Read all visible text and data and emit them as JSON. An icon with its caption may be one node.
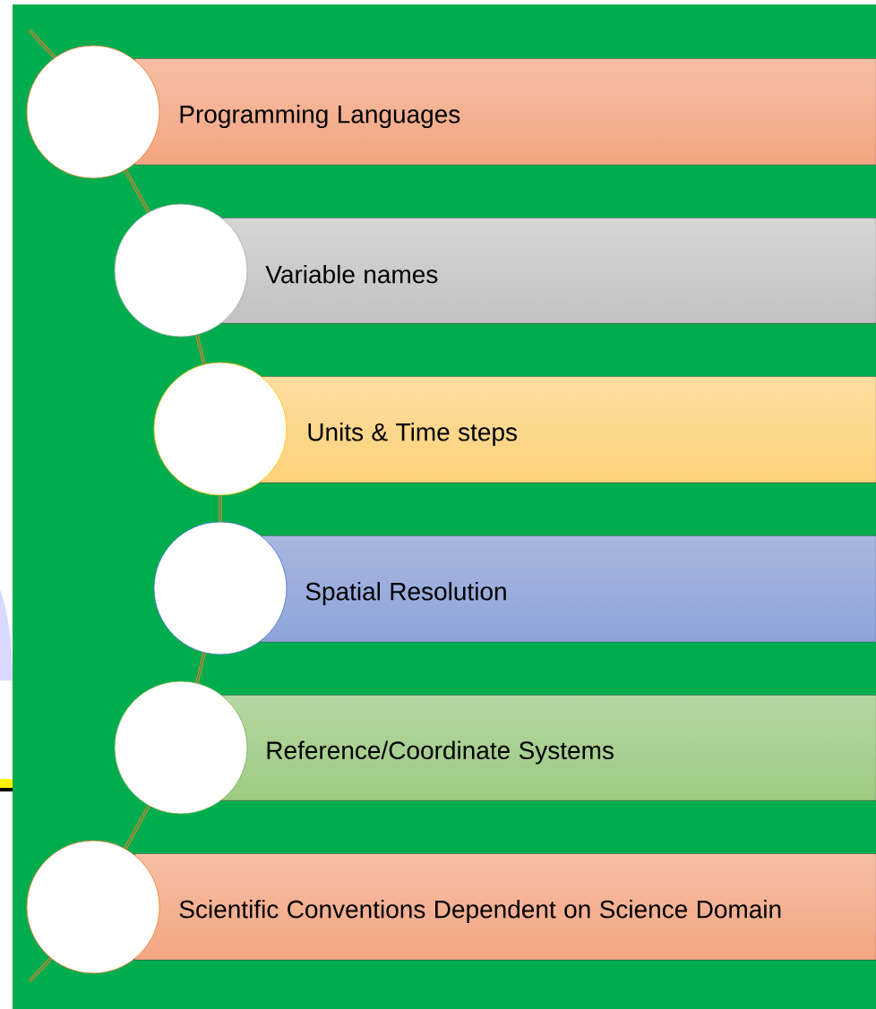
{
  "diagram": {
    "nodes": [
      {
        "text": [
          "Programming Languages"
        ]
      },
      {
        "text": [],
        "shape": "circle"
      },
      {
        "text": [
          "Variable names"
        ]
      },
      {
        "text": [],
        "shape": "circle"
      },
      {
        "text": [
          "Units & Time steps"
        ]
      },
      {
        "text": [],
        "shape": "circle"
      },
      {
        "text": [
          "Spatial Resolution"
        ]
      },
      {
        "text": [],
        "shape": "circle"
      },
      {
        "text": [
          "Reference/Coordinate Systems"
        ]
      },
      {
        "text": [],
        "shape": "circle"
      },
      {
        "text": [
          "Scientific Conventions Dependent on Science Domain"
        ]
      },
      {
        "text": [],
        "shape": "circle"
      }
    ],
    "edges": [
      {
        "from": 1,
        "to": 3,
        "arrow": "none"
      },
      {
        "from": 3,
        "to": 5,
        "arrow": "none"
      },
      {
        "from": 5,
        "to": 7,
        "arrow": "none"
      },
      {
        "from": 7,
        "to": 9,
        "arrow": "none"
      },
      {
        "from": 9,
        "to": 11,
        "arrow": "none"
      }
    ]
  }
}
